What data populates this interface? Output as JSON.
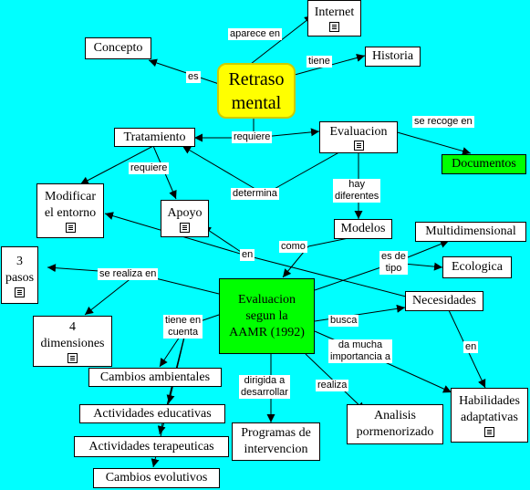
{
  "nodes": {
    "retraso": "Retraso\nmental",
    "internet": "Internet",
    "concepto": "Concepto",
    "historia": "Historia",
    "tratamiento": "Tratamiento",
    "evaluacion": "Evaluacion",
    "documentos": "Documentos",
    "modificar": "Modificar\nel entorno",
    "apoyo": "Apoyo",
    "modelos": "Modelos",
    "multidimensional": "Multidimensional",
    "ecologica": "Ecologica",
    "tres_pasos": "3\npasos",
    "aamr": "Evaluacion\nsegun la\nAAMR (1992)",
    "necesidades": "Necesidades",
    "cuatro_dimensiones": "4\ndimensiones",
    "habilidades": "Habilidades\nadaptativas",
    "cambios_ambientales": "Cambios ambientales",
    "actividades_educativas": "Actividades educativas",
    "actividades_terapeuticas": "Actividades terapeuticas",
    "cambios_evolutivos": "Cambios evolutivos",
    "programas": "Programas de\nintervencion",
    "analisis": "Analisis\npormenorizado"
  },
  "links": {
    "aparece_en": "aparece en",
    "es": "es",
    "tiene": "tiene",
    "requiere": "requiere",
    "se_recoge_en": "se recoge en",
    "requiere_2": "requiere",
    "determina": "determina",
    "hay_diferentes": "hay\ndiferentes",
    "en_1": "en",
    "como": "como",
    "es_de_tipo": "es de\ntipo",
    "se_realiza_en": "se realiza en",
    "busca": "busca",
    "tiene_en_cuenta": "tiene en\ncuenta",
    "da_mucha_importancia": "da mucha\nimportancia a",
    "en_2": "en",
    "dirigida_a": "dirigida a\ndesarrollar",
    "realiza": "realiza"
  },
  "colors": {
    "background": "#00ffff",
    "root": "#ffff00",
    "highlight": "#00ff00",
    "node": "#ffffff"
  },
  "icons": [
    "document-icon"
  ]
}
